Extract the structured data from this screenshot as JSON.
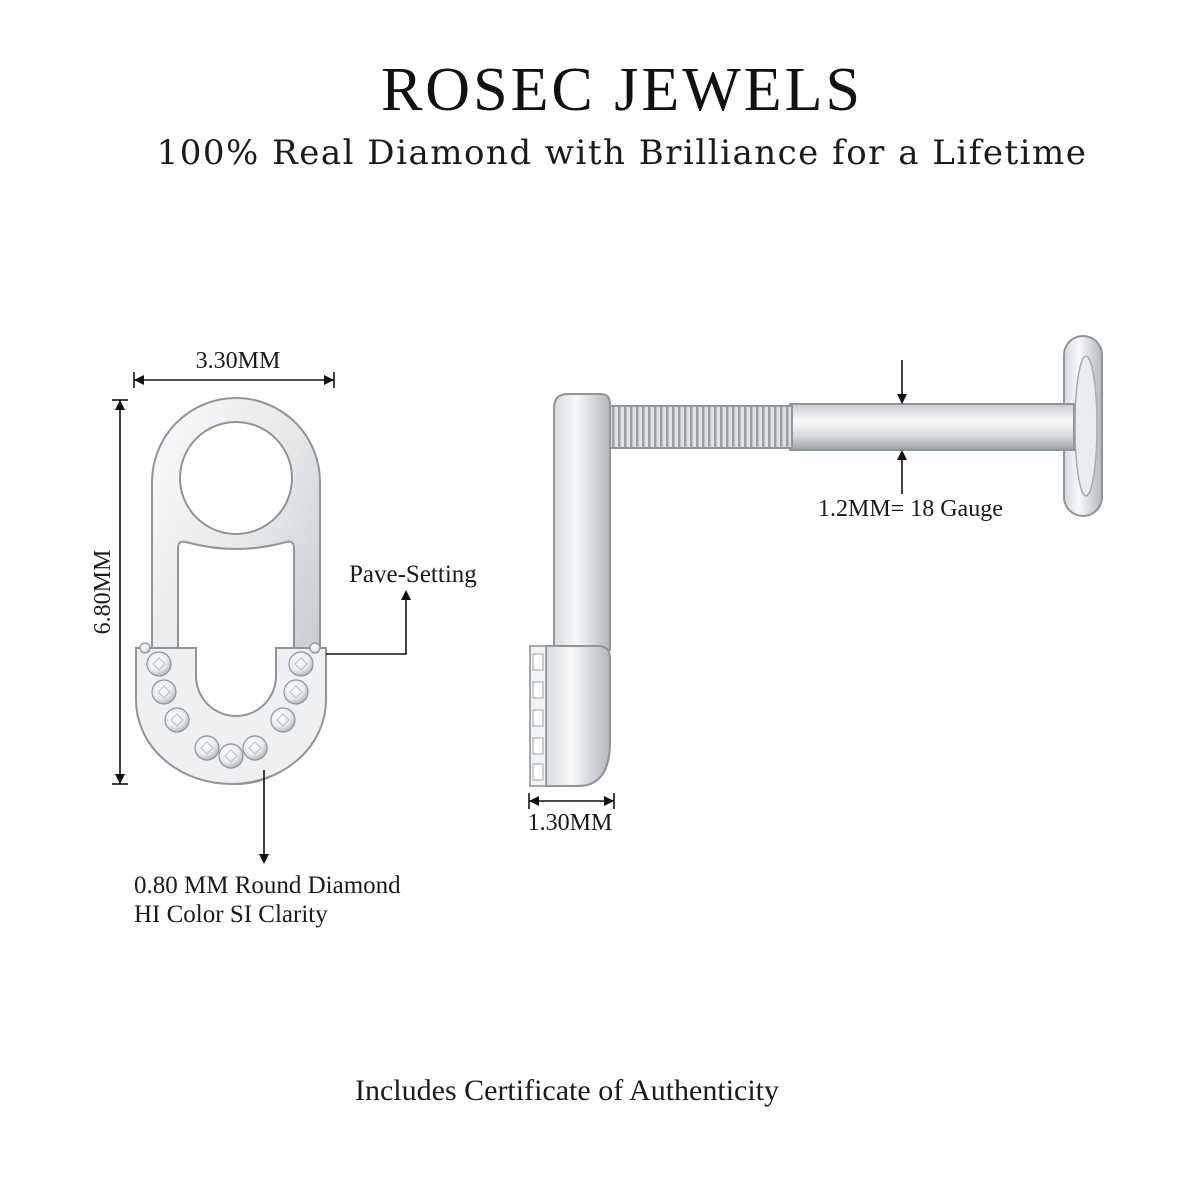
{
  "brand": {
    "title": "ROSEC JEWELS",
    "tagline": "100% Real Diamond with Brilliance for a Lifetime"
  },
  "dimensions": {
    "width_label": "3.30MM",
    "height_label": "6.80MM",
    "depth_label": "1.30MM",
    "gauge_label": "1.2MM= 18 Gauge"
  },
  "callouts": {
    "setting_label": "Pave-Setting",
    "diamond_line1": "0.80 MM Round Diamond",
    "diamond_line2": "HI Color SI Clarity"
  },
  "footer": {
    "certificate_text": "Includes Certificate of Authenticity"
  },
  "colors": {
    "metal_light": "#f4f5f6",
    "metal_dark": "#aeb3b8",
    "outline": "#8f959b",
    "text": "#1a1a1a"
  }
}
